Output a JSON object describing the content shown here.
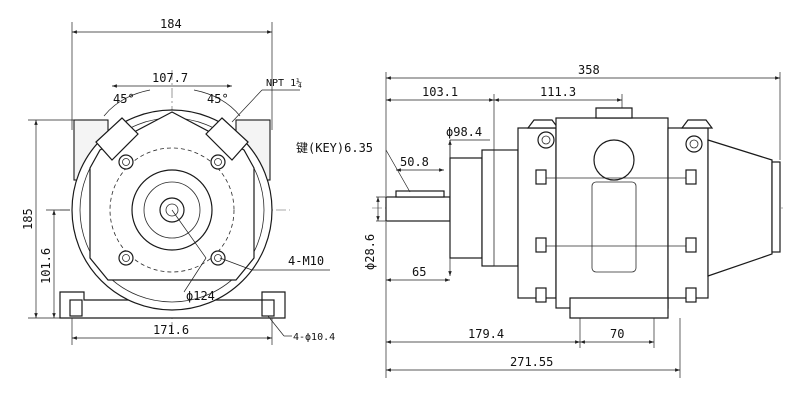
{
  "front_view": {
    "dims": {
      "overall_width": "184",
      "flange_width": "107.7",
      "angle_left": "45°",
      "angle_right": "45°",
      "port_thread": "NPT 1¼",
      "overall_height": "185",
      "center_height": "101.6",
      "bolt_holes": "4-M10",
      "bolt_circle": "ϕ124",
      "base_width": "171.6",
      "base_holes": "4-ϕ10.4"
    }
  },
  "side_view": {
    "dims": {
      "overall_length": "358",
      "shaft_to_body": "103.1",
      "body_length": "111.3",
      "flange_dia": "ϕ98.4",
      "key": "键(KEY)6.35",
      "key_length": "50.8",
      "shaft_dia": "ϕ28.6",
      "shaft_length": "65",
      "foot_position": "179.4",
      "foot_width": "70",
      "foot_spacing": "271.55"
    }
  }
}
